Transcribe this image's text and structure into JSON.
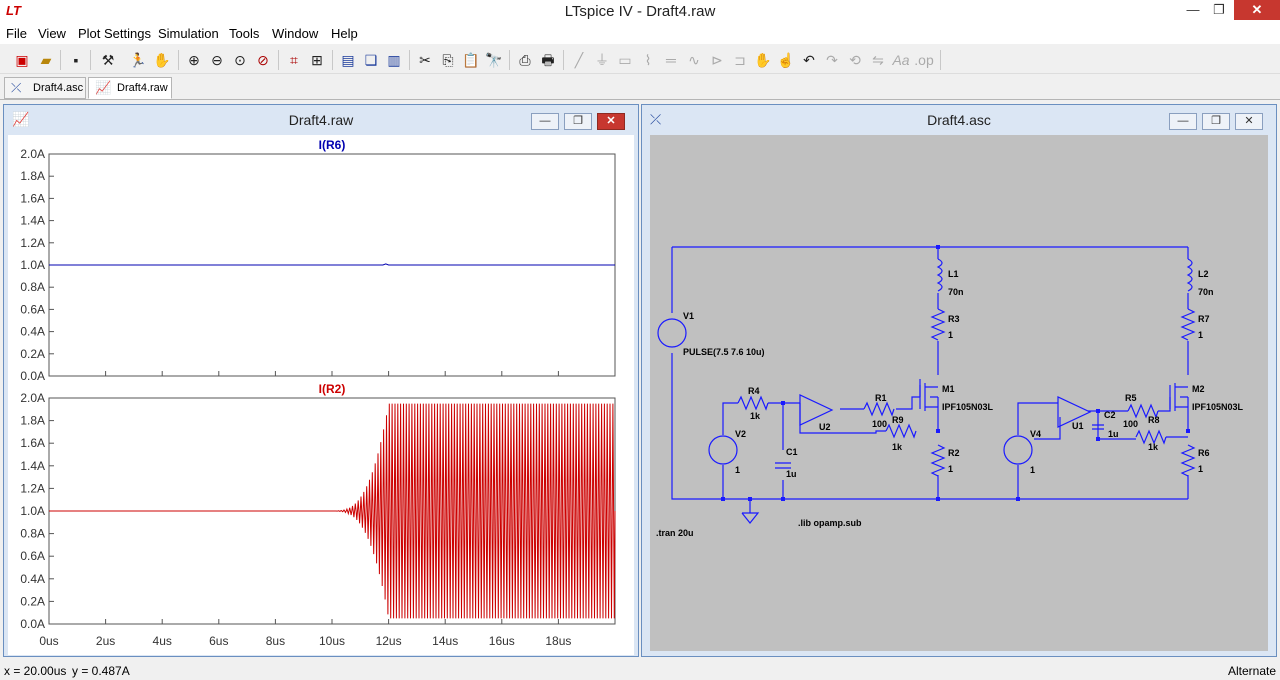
{
  "app": {
    "title": "LTspice IV - Draft4.raw",
    "icon": "ltspice-logo-icon",
    "window_buttons": {
      "minimize": "—",
      "maximize": "❐",
      "close": "✕"
    }
  },
  "menu": [
    "File",
    "View",
    "Plot Settings",
    "Simulation",
    "Tools",
    "Window",
    "Help"
  ],
  "toolbar_icons": [
    "new-schematic-icon",
    "open-icon",
    "save-icon",
    "control-panel-icon",
    "run-icon",
    "halt-icon",
    "zoom-in-icon",
    "zoom-out-icon",
    "zoom-fit-icon",
    "zoom-cancel-icon",
    "autorange-icon",
    "autorange-y-icon",
    "tile-horizontal-icon",
    "cascade-icon",
    "tile-vertical-icon",
    "cut-icon",
    "copy-icon",
    "paste-icon",
    "find-icon",
    "print-setup-icon",
    "print-icon",
    "wire-icon",
    "ground-icon",
    "label-icon",
    "resistor-icon",
    "capacitor-icon",
    "inductor-icon",
    "diode-icon",
    "component-icon",
    "move-icon",
    "drag-icon",
    "undo-icon",
    "redo-icon",
    "rotate-icon",
    "mirror-icon",
    "text-icon",
    "spice-directive-icon"
  ],
  "tabs": [
    {
      "label": "Draft4.asc",
      "icon": "schematic-icon"
    },
    {
      "label": "Draft4.raw",
      "icon": "waveform-icon"
    }
  ],
  "waveform_window": {
    "title": "Draft4.raw",
    "buttons": {
      "minimize": "—",
      "maximize": "❐",
      "close": "✕"
    }
  },
  "schematic_window": {
    "title": "Draft4.asc",
    "buttons": {
      "minimize": "—",
      "maximize": "❐",
      "close": "✕"
    }
  },
  "colors": {
    "pane1_trace": "#0000b0",
    "pane2_trace": "#cc0000",
    "wire": "#1a1aff",
    "schematic_bg": "#c0c0c0"
  },
  "chart_data": [
    {
      "type": "line",
      "title": "I(R6)",
      "series": [
        {
          "name": "I(R6)",
          "x": [
            0,
            11.8,
            11.9,
            12.0,
            20
          ],
          "y": [
            1.0,
            1.0,
            1.01,
            1.0,
            1.0
          ]
        }
      ],
      "y_ticks": [
        "2.0A",
        "1.8A",
        "1.6A",
        "1.4A",
        "1.2A",
        "1.0A",
        "0.8A",
        "0.6A",
        "0.4A",
        "0.2A",
        "0.0A"
      ],
      "ylim": [
        0,
        2.0
      ],
      "xlim": [
        0,
        20
      ]
    },
    {
      "type": "line",
      "title": "I(R2)",
      "series": [
        {
          "name": "I(R2)",
          "description_envelope": {
            "flat_until_us": 10.0,
            "onset_us": 10.0,
            "full_swing_us": 12.0,
            "osc_min_A": 0.0,
            "osc_max_A": 1.95,
            "period_us": 0.1
          }
        }
      ],
      "x_ticks": [
        "0us",
        "2us",
        "4us",
        "6us",
        "8us",
        "10us",
        "12us",
        "14us",
        "16us",
        "18us"
      ],
      "x_tick_values": [
        0,
        2,
        4,
        6,
        8,
        10,
        12,
        14,
        16,
        18
      ],
      "y_ticks": [
        "2.0A",
        "1.8A",
        "1.6A",
        "1.4A",
        "1.2A",
        "1.0A",
        "0.8A",
        "0.6A",
        "0.4A",
        "0.2A",
        "0.0A"
      ],
      "ylim": [
        0,
        2.0
      ],
      "xlim": [
        0,
        20
      ]
    }
  ],
  "schematic": {
    "labels": {
      "V1": "V1",
      "V1_val": "PULSE(7.5 7.6 10u)",
      "V2": "V2",
      "V2_val": "1",
      "V4": "V4",
      "V4_val": "1",
      "L1": "L1",
      "L1_val": "70n",
      "L2": "L2",
      "L2_val": "70n",
      "R1": "R1",
      "R1_val": "100",
      "R2": "R2",
      "R2_val": "1",
      "R3": "R3",
      "R3_val": "1",
      "R4": "R4",
      "R4_val": "1k",
      "R5": "R5",
      "R5_val": "100",
      "R6": "R6",
      "R6_val": "1",
      "R7": "R7",
      "R7_val": "1",
      "R8": "R8",
      "R8_val": "1k",
      "R9": "R9",
      "R9_val": "1k",
      "C1": "C1",
      "C1_val": "1u",
      "C2": "C2",
      "C2_val": "1u",
      "U1": "U1",
      "U2": "U2",
      "M1": "M1",
      "M1_val": "IPF105N03L",
      "M2": "M2",
      "M2_val": "IPF105N03L",
      "tran": ".tran 20u",
      "lib": ".lib opamp.sub"
    }
  },
  "status": {
    "x": "x = 20.00us",
    "y": "y = 0.487A",
    "mode": "Alternate"
  }
}
